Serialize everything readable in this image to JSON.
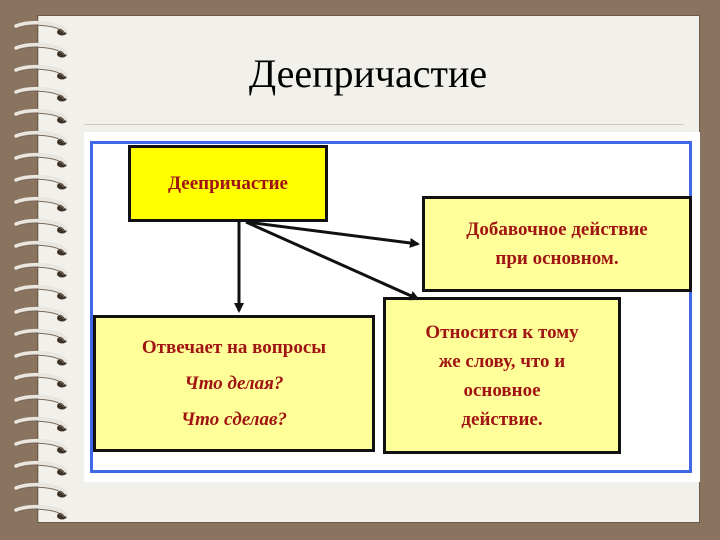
{
  "slide": {
    "title": "Деепричастие"
  },
  "diagram": {
    "main_box": "Деепричастие",
    "additional_action": [
      "Добавочное действие",
      "при основном."
    ],
    "relates_to": [
      "Относится к тому",
      "же слову, что и",
      "основное",
      "действие."
    ],
    "answers": {
      "heading": "Отвечает на вопросы",
      "question_1": "Что делая?",
      "question_2": "Что сделав?"
    },
    "colors": {
      "main_fill": "#ffff00",
      "box_fill": "#ffff99",
      "text": "#a11414",
      "frame": "#3f67e6"
    }
  }
}
